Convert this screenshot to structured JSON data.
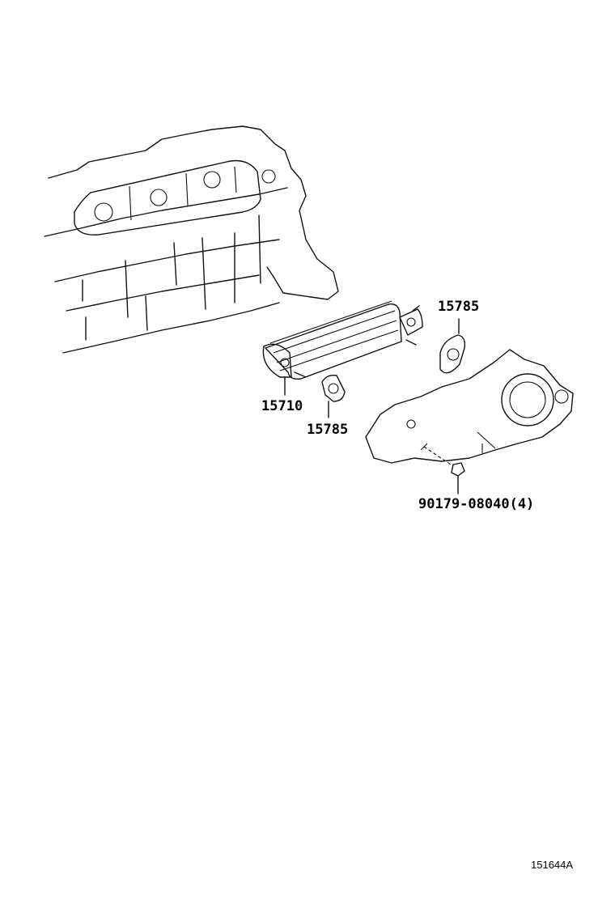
{
  "diagram": {
    "callouts": [
      {
        "part": "15785",
        "ref": "upper-gasket"
      },
      {
        "part": "15710",
        "ref": "oil-cooler"
      },
      {
        "part": "15785",
        "ref": "lower-gasket"
      },
      {
        "part": "90179-08040(4)",
        "ref": "nut"
      }
    ],
    "illustration_code": "151644A"
  }
}
